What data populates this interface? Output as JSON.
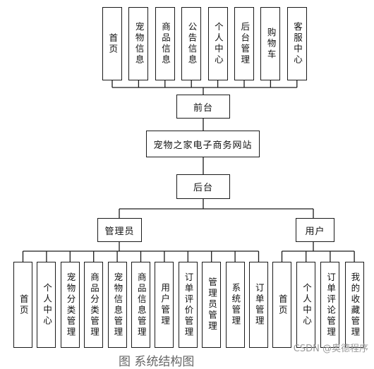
{
  "diagram": {
    "root": "宠物之家电子商务网站",
    "frontend": {
      "label": "前台",
      "modules": [
        "首页",
        "宠物信息",
        "商品信息",
        "公告信息",
        "个人中心",
        "后台管理",
        "购物车",
        "客服中心"
      ]
    },
    "backend": {
      "label": "后台",
      "admin": {
        "label": "管理员",
        "modules": [
          "首页",
          "个人中心",
          "宠物分类管理",
          "商品分类管理",
          "宠物信息管理",
          "商品信息管理",
          "用户管理",
          "订单评价管理",
          "管理员管理",
          "系统管理",
          "订单管理"
        ]
      },
      "user": {
        "label": "用户",
        "modules": [
          "首页",
          "个人中心",
          "订单评论管理",
          "我的收藏管理"
        ]
      }
    }
  },
  "caption": "图 系统结构图",
  "watermark": "CSDN @奥德程序"
}
